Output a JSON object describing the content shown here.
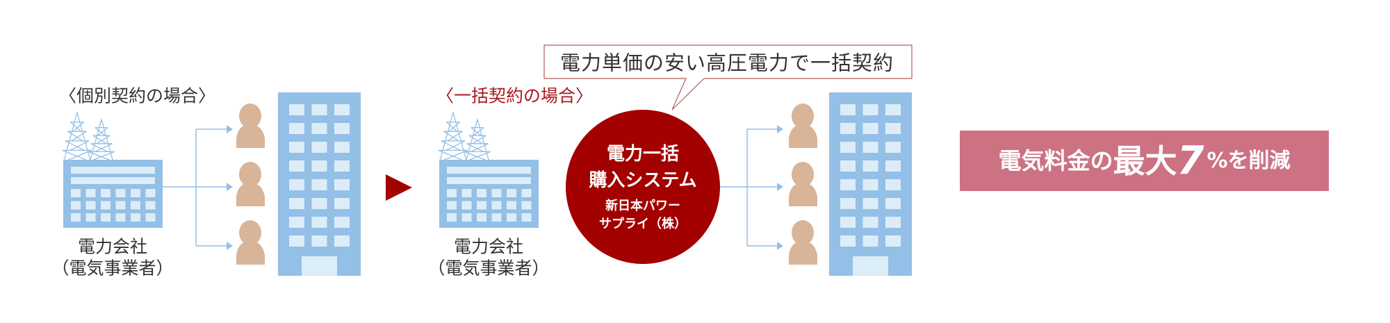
{
  "left": {
    "title": "〈個別契約の場合〉",
    "company": "電力会社",
    "company_sub": "（電気事業者）"
  },
  "right": {
    "title": "〈一括契約の場合〉",
    "company": "電力会社",
    "company_sub": "（電気事業者）",
    "callout": "電力単価の安い高圧電力で一括契約",
    "system": {
      "line1": "電力一括",
      "line2": "購入システム",
      "line3": "新日本パワー",
      "line4": "サプライ（株）"
    }
  },
  "result": {
    "part1": "電気料金の",
    "part2": "最大",
    "part3": "7",
    "part4": "%を削減"
  },
  "colors": {
    "blue": "#94bfe6",
    "blue_light": "#dcedf8",
    "person": "#d8b498",
    "dark_red": "#a30000",
    "pink": "#cd7283"
  }
}
